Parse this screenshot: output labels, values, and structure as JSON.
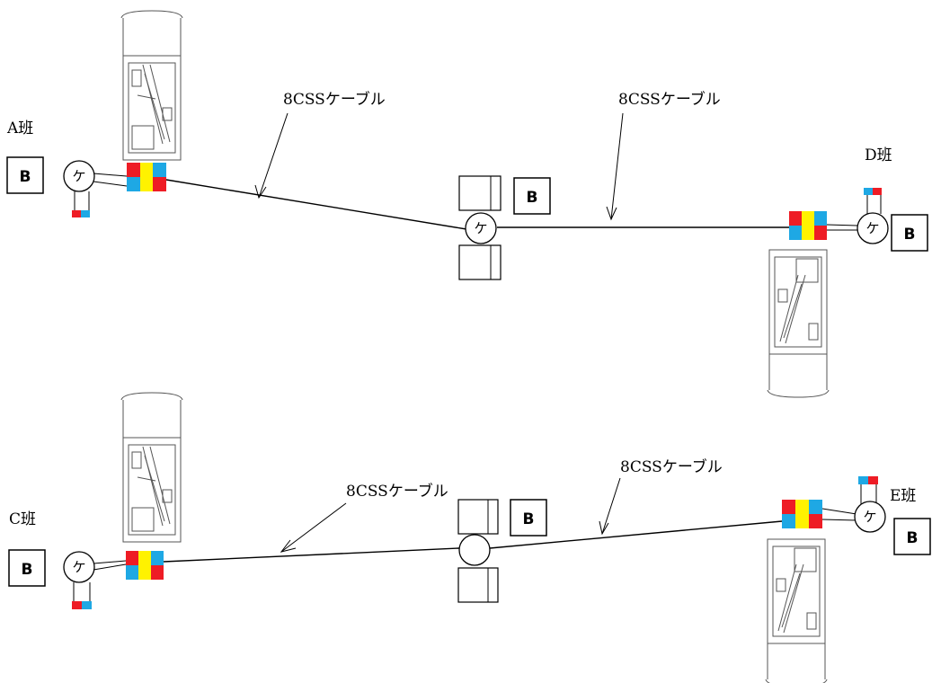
{
  "teams": {
    "a": {
      "label": "A班",
      "box": "B",
      "node": "ケ"
    },
    "c": {
      "label": "C班",
      "box": "B",
      "node": "ケ"
    },
    "d": {
      "label": "D班",
      "box": "B",
      "node": "ケ"
    },
    "e": {
      "label": "E班",
      "box": "B",
      "node": "ケ"
    }
  },
  "mid_top": {
    "box": "B",
    "node": "ケ"
  },
  "mid_bottom": {
    "box": "B"
  },
  "cables": {
    "top_left": "8CSSケーブル",
    "top_right": "8CSSケーブル",
    "bottom_left": "8CSSケーブル",
    "bottom_right": "8CSSケーブル"
  },
  "colors": {
    "red": "#ee1c25",
    "yellow": "#fff200",
    "blue": "#1ea8e4"
  }
}
